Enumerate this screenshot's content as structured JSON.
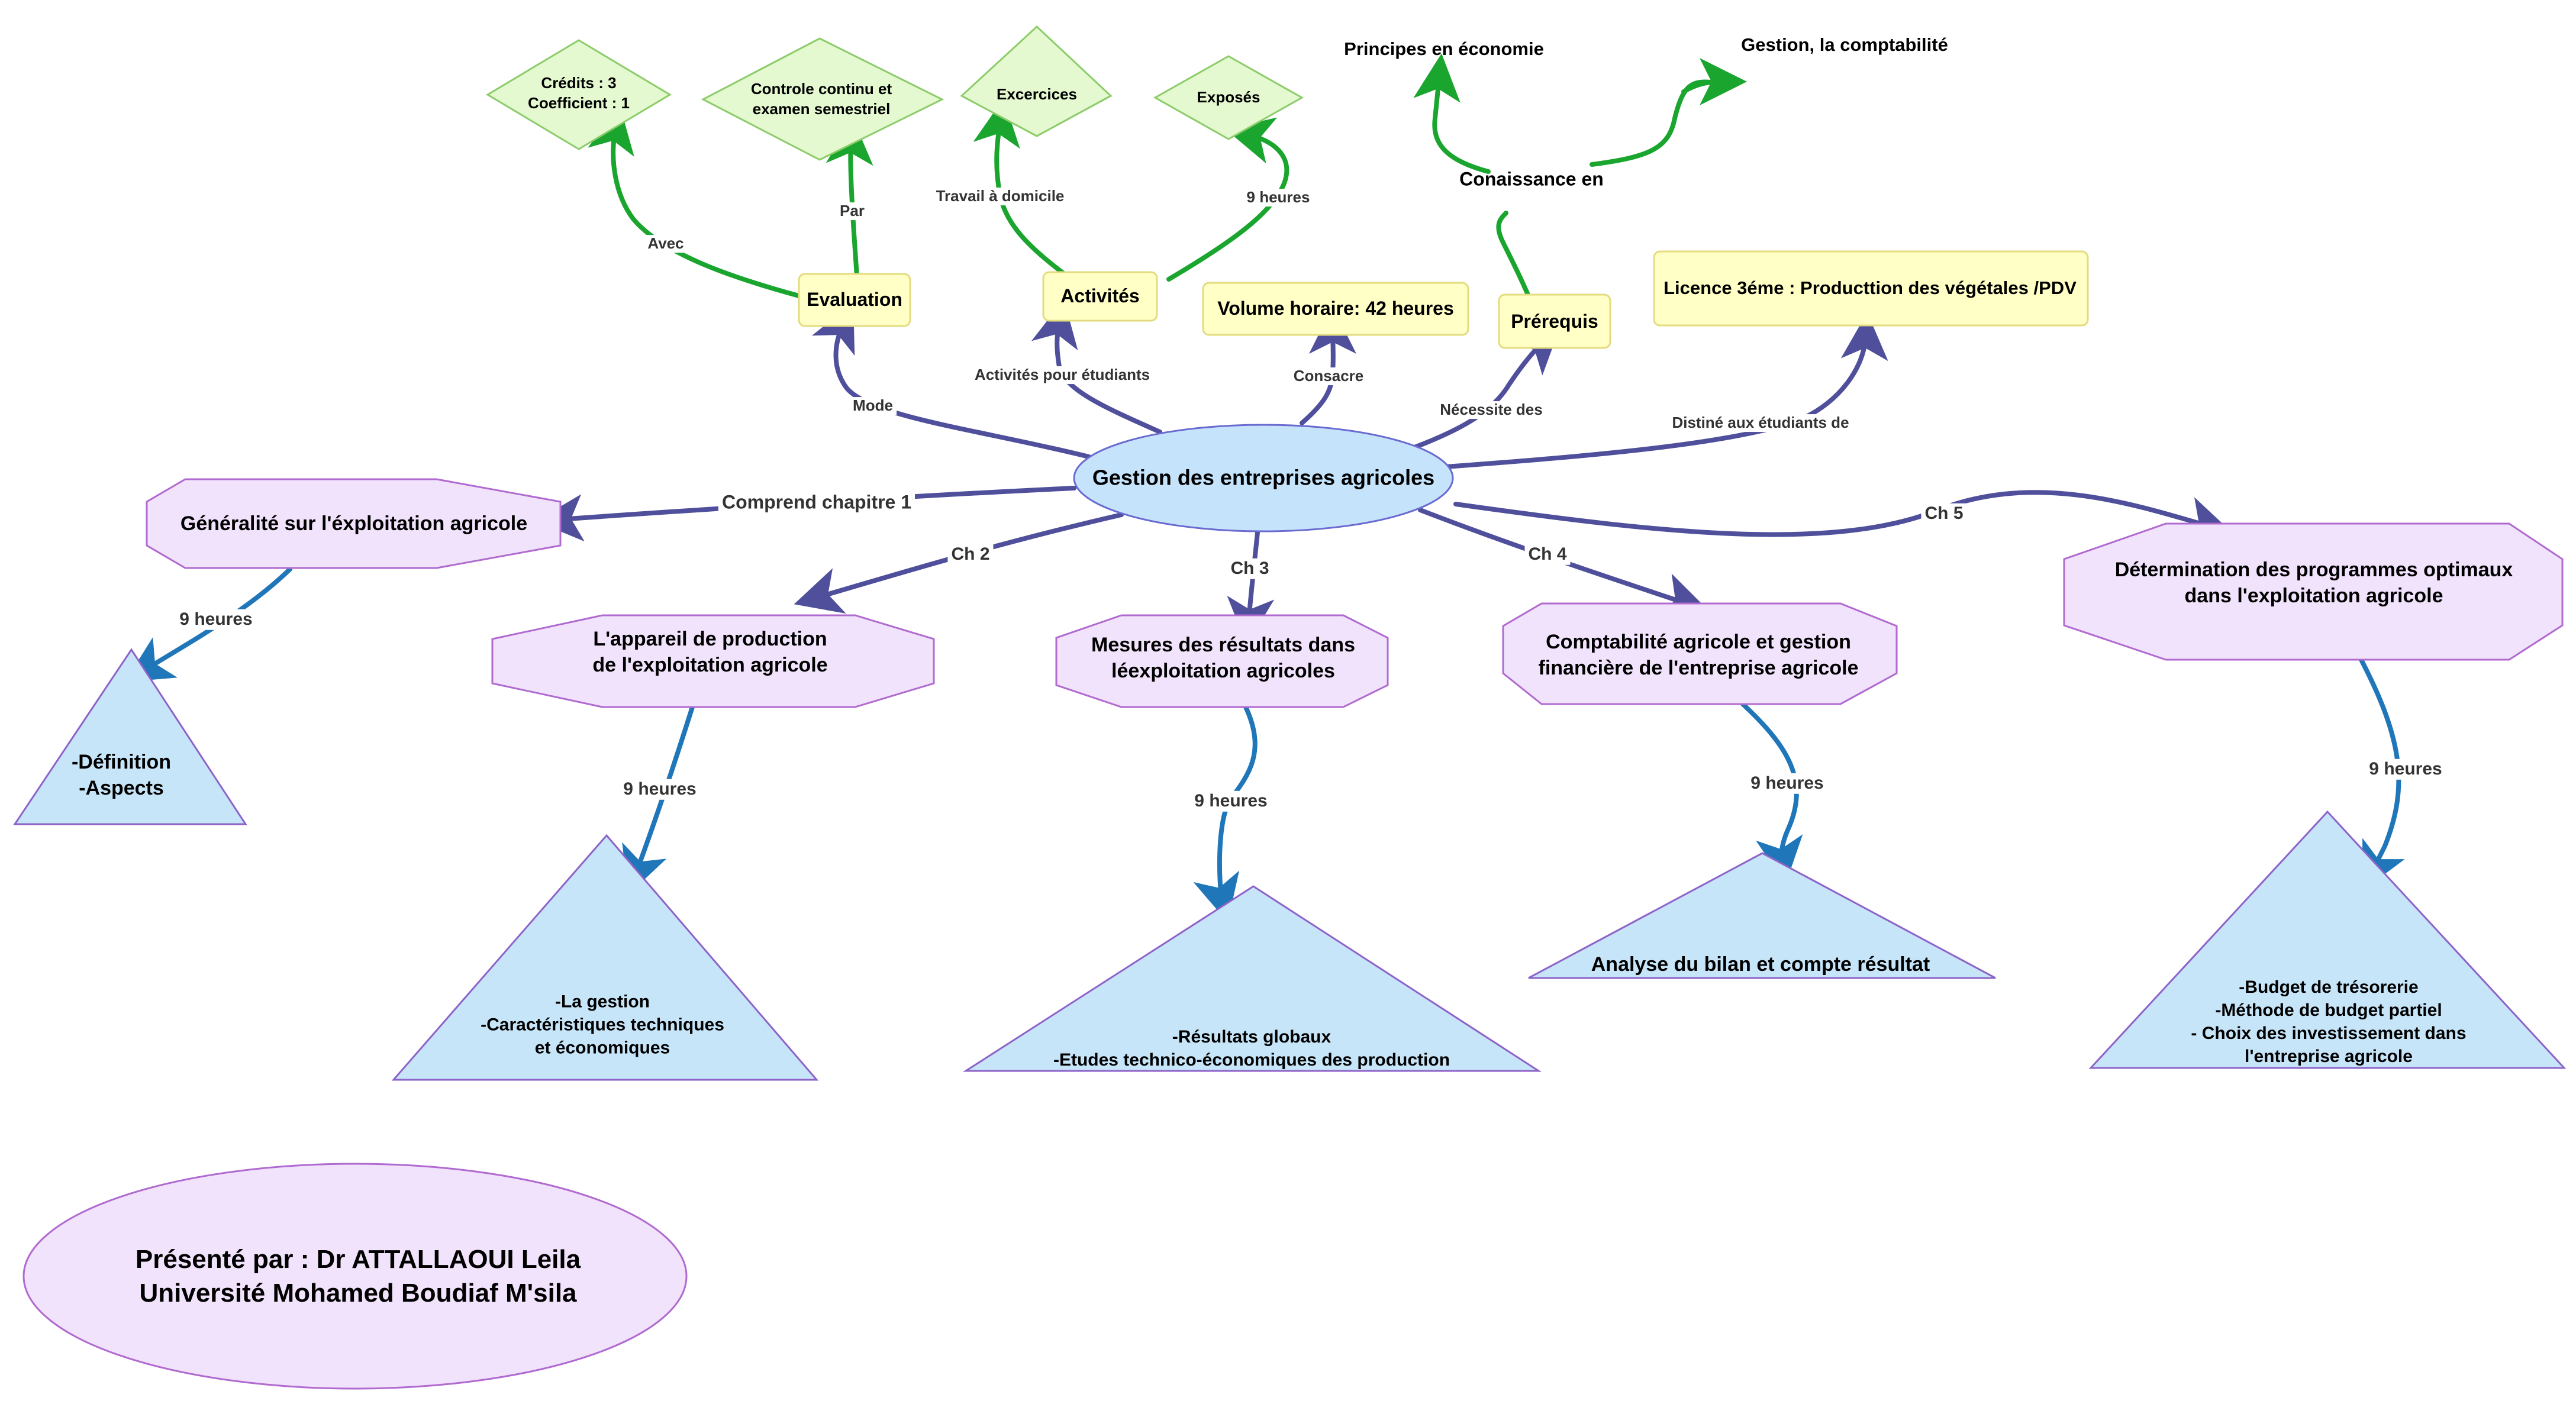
{
  "colors": {
    "main_edge": "#4f4f9c",
    "green_edge": "#1aa52e",
    "blue_edge": "#1f76b8",
    "central_fill": "#c5e4fb",
    "central_stroke": "#6a6ad0",
    "yellow_fill": "#ffffc6",
    "yellow_stroke": "#e3dc7e",
    "green_fill": "#e4f9d0",
    "green_stroke": "#8ccc6a",
    "purple_fill": "#f1e3fb",
    "purple_stroke": "#b06ad0",
    "triangle_fill": "#c7e5f9",
    "triangle_stroke": "#8e63c9"
  },
  "central": {
    "label": "Gestion des entreprises agricoles"
  },
  "top_nodes": {
    "evaluation": "Evaluation",
    "activites": "Activités",
    "volume": "Volume horaire: 42 heures",
    "prerequis": "Prérequis",
    "licence": "Licence 3éme : Producttion des végétales /PDV"
  },
  "top_edges": {
    "mode": "Mode",
    "activites_pour": "Activités pour étudiants",
    "consacre": "Consacre",
    "necessite": "Nécessite des",
    "destine": "Distiné aux étudiants de"
  },
  "evaluation_children": {
    "credits": [
      "Crédits : 3",
      "Coefficient : 1"
    ],
    "controle": [
      "Controle continu et",
      "examen semestriel"
    ],
    "avec": "Avec",
    "par": "Par"
  },
  "activites_children": {
    "excercices": "Excercices",
    "exposes": "Exposés",
    "travail": "Travail à domicile",
    "neuf_heures": "9 heures"
  },
  "prerequis_children": {
    "conaissance": "Conaissance en",
    "principes": "Principes en économie",
    "gestion_compta": "Gestion, la comptabilité"
  },
  "chapters": [
    {
      "edge": "Comprend chapitre 1",
      "title": [
        "Généralité sur l'éxploitation agricole"
      ],
      "hours": "9 heures",
      "content": [
        "-Définition",
        "-Aspects"
      ]
    },
    {
      "edge": "Ch 2",
      "title": [
        "L'appareil de production",
        "de l'exploitation agricole"
      ],
      "hours": "9 heures",
      "content": [
        "-La gestion",
        "-Caractéristiques techniques",
        "et économiques"
      ]
    },
    {
      "edge": "Ch 3",
      "title": [
        "Mesures des résultats dans",
        "léexploitation agricoles"
      ],
      "hours": "9 heures",
      "content": [
        "-Résultats globaux",
        "-Etudes technico-économiques des production"
      ]
    },
    {
      "edge": "Ch 4",
      "title": [
        "Comptabilité agricole et gestion",
        "financière de l'entreprise agricole"
      ],
      "hours": "9 heures",
      "content": [
        "Analyse du bilan et compte résultat"
      ]
    },
    {
      "edge": "Ch 5",
      "title": [
        "Détermination des programmes optimaux",
        "dans l'exploitation agricole"
      ],
      "hours": "9 heures",
      "content": [
        "-Budget de trésorerie",
        "-Méthode de budget partiel",
        "- Choix des investissement dans",
        "l'entreprise agricole"
      ]
    }
  ],
  "presenter": {
    "line1": "Présenté par : Dr ATTALLAOUI Leila",
    "line2": "Université Mohamed Boudiaf M'sila"
  }
}
